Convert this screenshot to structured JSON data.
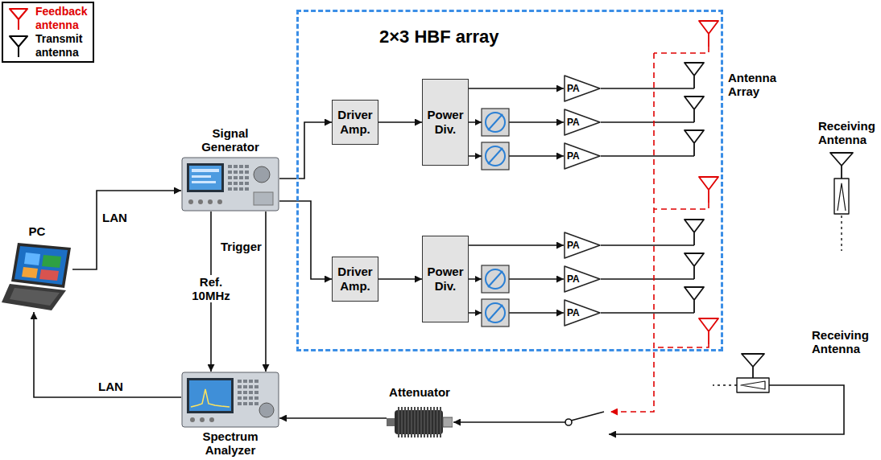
{
  "diagram": {
    "nodes": [
      {
        "text": [
          "PC"
        ]
      },
      {
        "text": [
          "Signal Generator"
        ]
      },
      {
        "text": [
          "2×3 HBF array"
        ]
      },
      {
        "text": [
          "Driver Amp."
        ],
        "in": 2
      },
      {
        "text": [
          "Power Div."
        ],
        "in": 2
      },
      {
        "text": [
          "PA"
        ],
        "in": 2
      },
      {
        "text": [
          "PA"
        ],
        "in": 2
      },
      {
        "text": [
          "PA"
        ],
        "in": 2
      },
      {
        "text": [
          "Driver Amp."
        ],
        "in": 2
      },
      {
        "text": [
          "Power Div."
        ],
        "in": 2
      },
      {
        "text": [
          "PA"
        ],
        "in": 2
      },
      {
        "text": [
          "PA"
        ],
        "in": 2
      },
      {
        "text": [
          "PA"
        ],
        "in": 2
      },
      {
        "text": [
          "Spectrum Analyzer"
        ]
      },
      {
        "text": [
          "Attenuator"
        ]
      }
    ],
    "edges": [
      {
        "from": 0,
        "to": 1,
        "arrow": "to",
        "label": "LAN"
      },
      {
        "from": 1,
        "to": 3,
        "arrow": "to"
      },
      {
        "from": 1,
        "to": 8,
        "arrow": "to"
      },
      {
        "from": 1,
        "to": 13,
        "arrow": "to",
        "label": "Ref. 10MHz"
      },
      {
        "from": 1,
        "to": 13,
        "arrow": "to",
        "label": "Trigger"
      },
      {
        "from": 13,
        "to": 0,
        "arrow": "to",
        "label": "LAN"
      },
      {
        "from": 14,
        "to": 13,
        "arrow": "to"
      },
      {
        "from": 3,
        "to": 4,
        "arrow": "to"
      },
      {
        "from": 4,
        "to": 5,
        "arrow": "to"
      },
      {
        "from": 4,
        "to": 6,
        "arrow": "to"
      },
      {
        "from": 4,
        "to": 7,
        "arrow": "to"
      },
      {
        "from": 8,
        "to": 9,
        "arrow": "to"
      },
      {
        "from": 9,
        "to": 10,
        "arrow": "to"
      },
      {
        "from": 9,
        "to": 11,
        "arrow": "to"
      },
      {
        "from": 9,
        "to": 12,
        "arrow": "to"
      }
    ],
    "labels": [
      "Antenna Array",
      "Receiving Antenna",
      "Receiving Antenna"
    ],
    "legend": [
      {
        "text": "Feedback antenna"
      },
      {
        "text": "Transmit antenna"
      }
    ]
  }
}
